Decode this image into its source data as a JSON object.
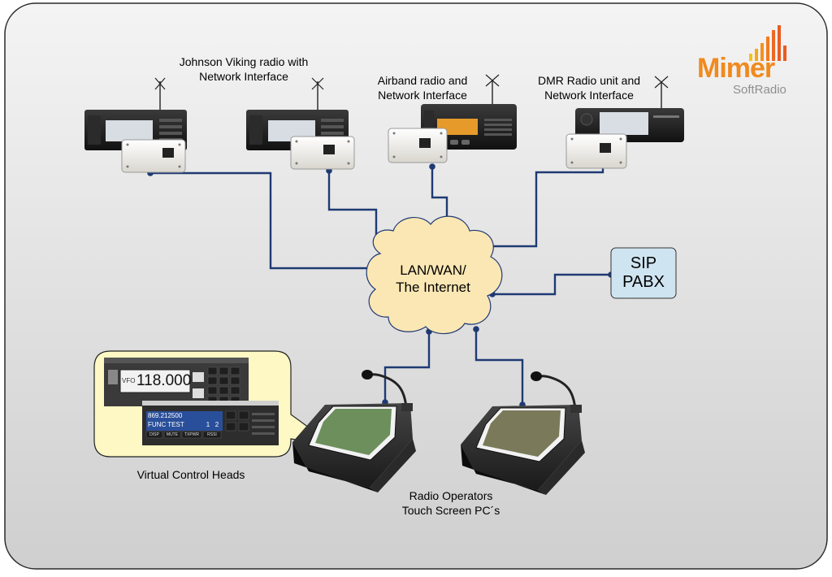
{
  "logo": {
    "name": "Mimer",
    "sub": "SoftRadio"
  },
  "labels": {
    "johnson": [
      "Johnson Viking radio with",
      "Network Interface"
    ],
    "airband": [
      "Airband radio and",
      "Network Interface"
    ],
    "dmr": [
      "DMR Radio unit and",
      "Network Interface"
    ],
    "cloud": [
      "LAN/WAN/",
      "The Internet"
    ],
    "sip": [
      "SIP",
      "PABX"
    ],
    "vch": "Virtual Control Heads",
    "operators": [
      "Radio Operators",
      "Touch Screen PC´s"
    ]
  },
  "vch_screen": {
    "vfo_label": "VFO",
    "vfo_freq": "118.000",
    "freq2": "869.212500",
    "mode": "FUNC TEST",
    "ch1": "1",
    "ch2": "2",
    "softkeys": [
      "DISP",
      "MUTE",
      "TXPWR",
      "RSSI"
    ]
  },
  "colors": {
    "line": "#1f3a73",
    "cloud_fill": "#fbe7b4",
    "sip_fill": "#cfe4f1",
    "callout_fill": "#fdf8c4",
    "logo_orange": "#f08a1e",
    "logo_gray": "#9a9a9a"
  }
}
